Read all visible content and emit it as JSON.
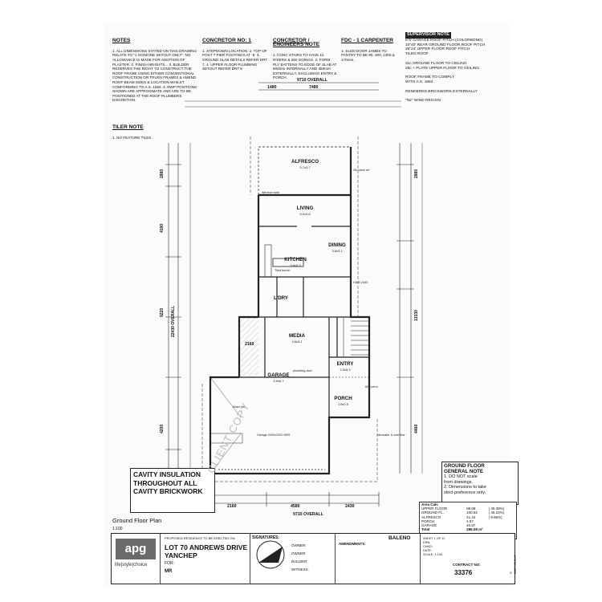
{
  "notes": {
    "general": {
      "title": "NOTES",
      "text": "1. ALL DIMENSIONS STATED ON THIS DRAWING RELATE TO \"1 SCIMONE SETOUT ONLY\". NO ALLOWANCE IS MADE FOR ADDITION OF PLASTER. 2. FINISH HEIGHTS... 3. BUILDER RESERVES THE RIGHT TO CONSTRUCT THE ROOF FRAME USING EITHER CONVENTIONAL CONSTRUCTION OR TRUSS FRAMES & AMEND ROOF BEAM SIZES & LOCATION WHILST CONFORMING TO A.S. 1684. 4. RWP POSITIONS SHOWN ARE APPROXIMATE AND ARE TO BE POSITIONED AT THE ROOF PLUMBERS DISCRETION."
    },
    "concretor": {
      "title": "CONCRETOR NO: 1",
      "text": "1. STEPDOWN LOCATION. 2. TOP OF POST 7 PIER FOOTINGS AT -9. 3. GROUND SLAB DETAILS REFER DRT 7. 4. UPPER FLOOR PLUMBING SETOUT REFER DRT 8"
    },
    "engineer": {
      "title": "CONCRETOR / ENGINEERS NOTE",
      "text": "1. CONC STAIRS TO HAVE 12 RISERS & 250 GOINGS. 2. FORM PLY BATTENS TO EDGE OF SLAB AT 600mm INTERNALLY AND 450mm EXTERNALLY, EXCLUDING ENTRY & PORCH."
    },
    "carpenter": {
      "title": "FDC - 1 CARPENTER",
      "text": "1. 4x100 DOOR JAMBS TO PANTRY TO BE 90, 300, 1300 & 170mm."
    },
    "tiler": {
      "title": "TILER NOTE",
      "text": "1. NO FEATURE TILES."
    },
    "supervisor": {
      "title": "SUPERVISOR NOTE",
      "lines": [
        "5\"5' GARAGE ROOF PITCH (COLORBOND)",
        "10\"40' REAR GROUND FLOOR ROOF PITCH",
        "26\"24' UPPER FLOOR ROOF PITCH",
        "TILED ROOF",
        "31c GROUND FLOOR TO CEILING",
        "28c + PLATE UPPER FLOOR TO CEILING",
        "ROOF FRAME TO COMPLY",
        "WITH A.S. 1684",
        "RENDERED BRICKWORK EXTERNALLY",
        "\"N2\" WIND REGION"
      ]
    }
  },
  "plan": {
    "rooms": [
      {
        "name": "ALFRESCO",
        "size": "5.7x3.7"
      },
      {
        "name": "LIVING",
        "size": "5.0x3.8"
      },
      {
        "name": "DINING",
        "size": "3.6x3.1"
      },
      {
        "name": "KITCHEN",
        "size": "3.6x3.3"
      },
      {
        "name": "L'DRY",
        "size": ""
      },
      {
        "name": "MEDIA",
        "size": "3.6x3.1"
      },
      {
        "name": "ENTRY",
        "size": "2.3x5.3"
      },
      {
        "name": "GARAGE",
        "size": "5.9x5.7"
      },
      {
        "name": "PORCH",
        "size": "1.8x1.5"
      }
    ],
    "dims_top": [
      "9710 OVERALL",
      "1480",
      "7480"
    ],
    "dims_left": [
      "2880",
      "4190",
      "9220",
      "4200"
    ],
    "dims_right": [
      "2880",
      "13330",
      "4460"
    ],
    "dims_overall_left": "22430 OVERALL",
    "dims_bottom": [
      "2160",
      "4580",
      "2430",
      "9710 OVERALL"
    ],
    "dims_mid": "2160",
    "callouts": [
      "Alfresco slab",
      "2hr clear ref",
      "HWS 2440",
      "Garage 2400x2200 DBS",
      "Tiled bench",
      "rainwater & overflow",
      "Acad pier",
      "plumbing duct",
      "600 piers"
    ]
  },
  "cavity": {
    "line1": "CAVITY INSULATION",
    "line2": "THROUGHOUT ALL",
    "line3": "CAVITY BRICKWORK"
  },
  "watermark": "CLIENT COPY",
  "ground_floor_notes": {
    "title": "GROUND FLOOR",
    "subtitle": "GENERAL NOTE",
    "item1": "1. DO NOT scale",
    "item1b": "from drawings.",
    "item2": "2. Dimensions to take",
    "item2b": "strict preference only."
  },
  "area_calc": {
    "title": "Area Calc",
    "rows": [
      {
        "label": "UPPER FLOOR",
        "value": "98.68",
        "pct": "( 45.38%)"
      },
      {
        "label": "GROUND FL..",
        "value": "100.52",
        "pct": "( 46.22%)"
      },
      {
        "label": "ALFRESCO",
        "value": "21.44",
        "pct": "( 9.86%)"
      },
      {
        "label": "PORCH",
        "value": "4.57",
        "pct": ""
      },
      {
        "label": "GARAGE",
        "value": "40.87",
        "pct": ""
      }
    ],
    "total_label": "Total",
    "total_value": "286.08 m²"
  },
  "plan_title": "Ground Floor Plan",
  "scale": "1:100",
  "title_block": {
    "logo": "apg",
    "tagline": "life|style|choice",
    "proposed": "PROPOSED RESIDENCE TO BE ERECTED ON:",
    "lot": "LOT 70 ANDREWS DRIVE",
    "suburb": "YANCHEP",
    "for": "FOR:",
    "client": "MR",
    "signatures": "SIGNATURES:",
    "owner1": "OWNER:",
    "owner2": "OWNER:",
    "builder": "BUILDER:",
    "witness": "WITNESS:",
    "amendments": "AMENDMENTS:",
    "design": "BALENO",
    "sheet": "SHEET 1 OF 11",
    "drawn": "DRN:",
    "checked": "CHKD:",
    "date": "DATE:",
    "scale": "SCALE: 1:100",
    "contract_label": "CONTRACT NO:",
    "contract_no": "33376",
    "copyright": "© COPYRIGHT"
  }
}
